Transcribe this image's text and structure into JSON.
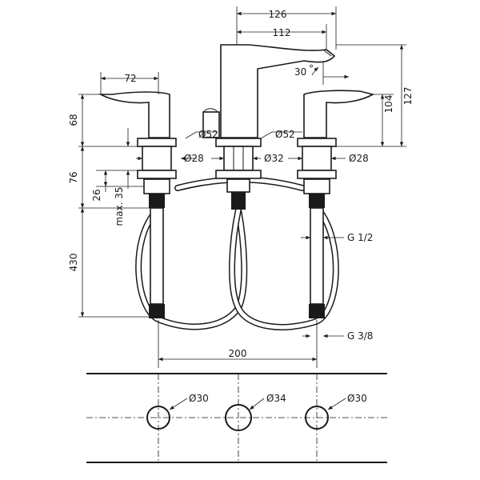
{
  "dimensions": {
    "spout_width": "126",
    "spout_reach": "112",
    "spout_angle": "30",
    "spout_height_total": "127",
    "spout_height_upper": "104",
    "handle_width": "72",
    "handle_height": "68",
    "flange_left": "Ø52",
    "flange_center": "Ø52",
    "shank_left": "Ø28",
    "shank_center": "Ø32",
    "shank_right": "Ø28",
    "mount_height": "76",
    "nut_height": "26",
    "max_thickness": "max. 35",
    "hose_length": "430",
    "thread_upper": "G 1/2",
    "thread_lower": "G 3/8",
    "hole_spacing": "200",
    "hole_left": "Ø30",
    "hole_center": "Ø34",
    "hole_right": "Ø30",
    "degree_mark": "°"
  }
}
